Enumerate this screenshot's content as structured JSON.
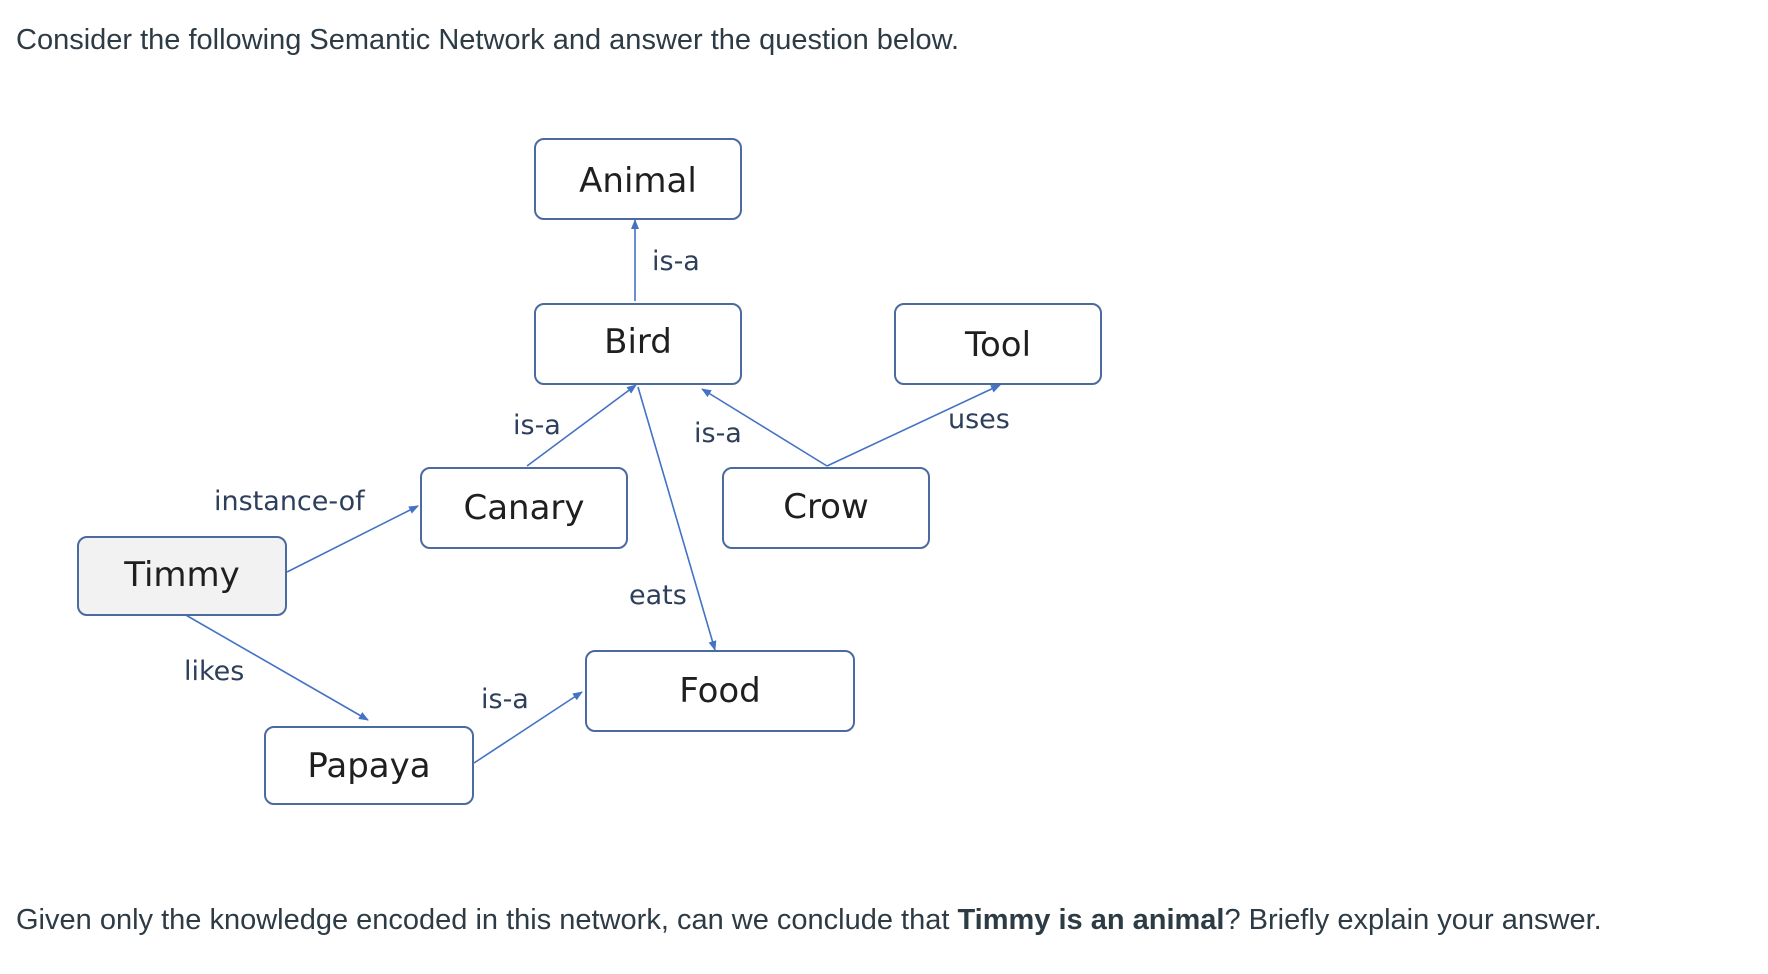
{
  "question": {
    "intro": "Consider the following Semantic Network and answer the question below.",
    "prompt_before": "Given only the knowledge encoded in this network, can we conclude that ",
    "prompt_bold": "Timmy is an animal",
    "prompt_after": "? Briefly explain your answer."
  },
  "network": {
    "nodes": {
      "animal": "Animal",
      "bird": "Bird",
      "tool": "Tool",
      "canary": "Canary",
      "crow": "Crow",
      "timmy": "Timmy",
      "food": "Food",
      "papaya": "Papaya"
    },
    "edges": {
      "bird_animal": "is-a",
      "canary_bird": "is-a",
      "crow_bird": "is-a",
      "crow_tool": "uses",
      "timmy_canary": "instance-of",
      "bird_food": "eats",
      "timmy_papaya": "likes",
      "papaya_food": "is-a"
    }
  },
  "colors": {
    "edge": "#4472c4",
    "node_border": "#4a6aa0",
    "shaded_node": "#f2f2f2"
  }
}
